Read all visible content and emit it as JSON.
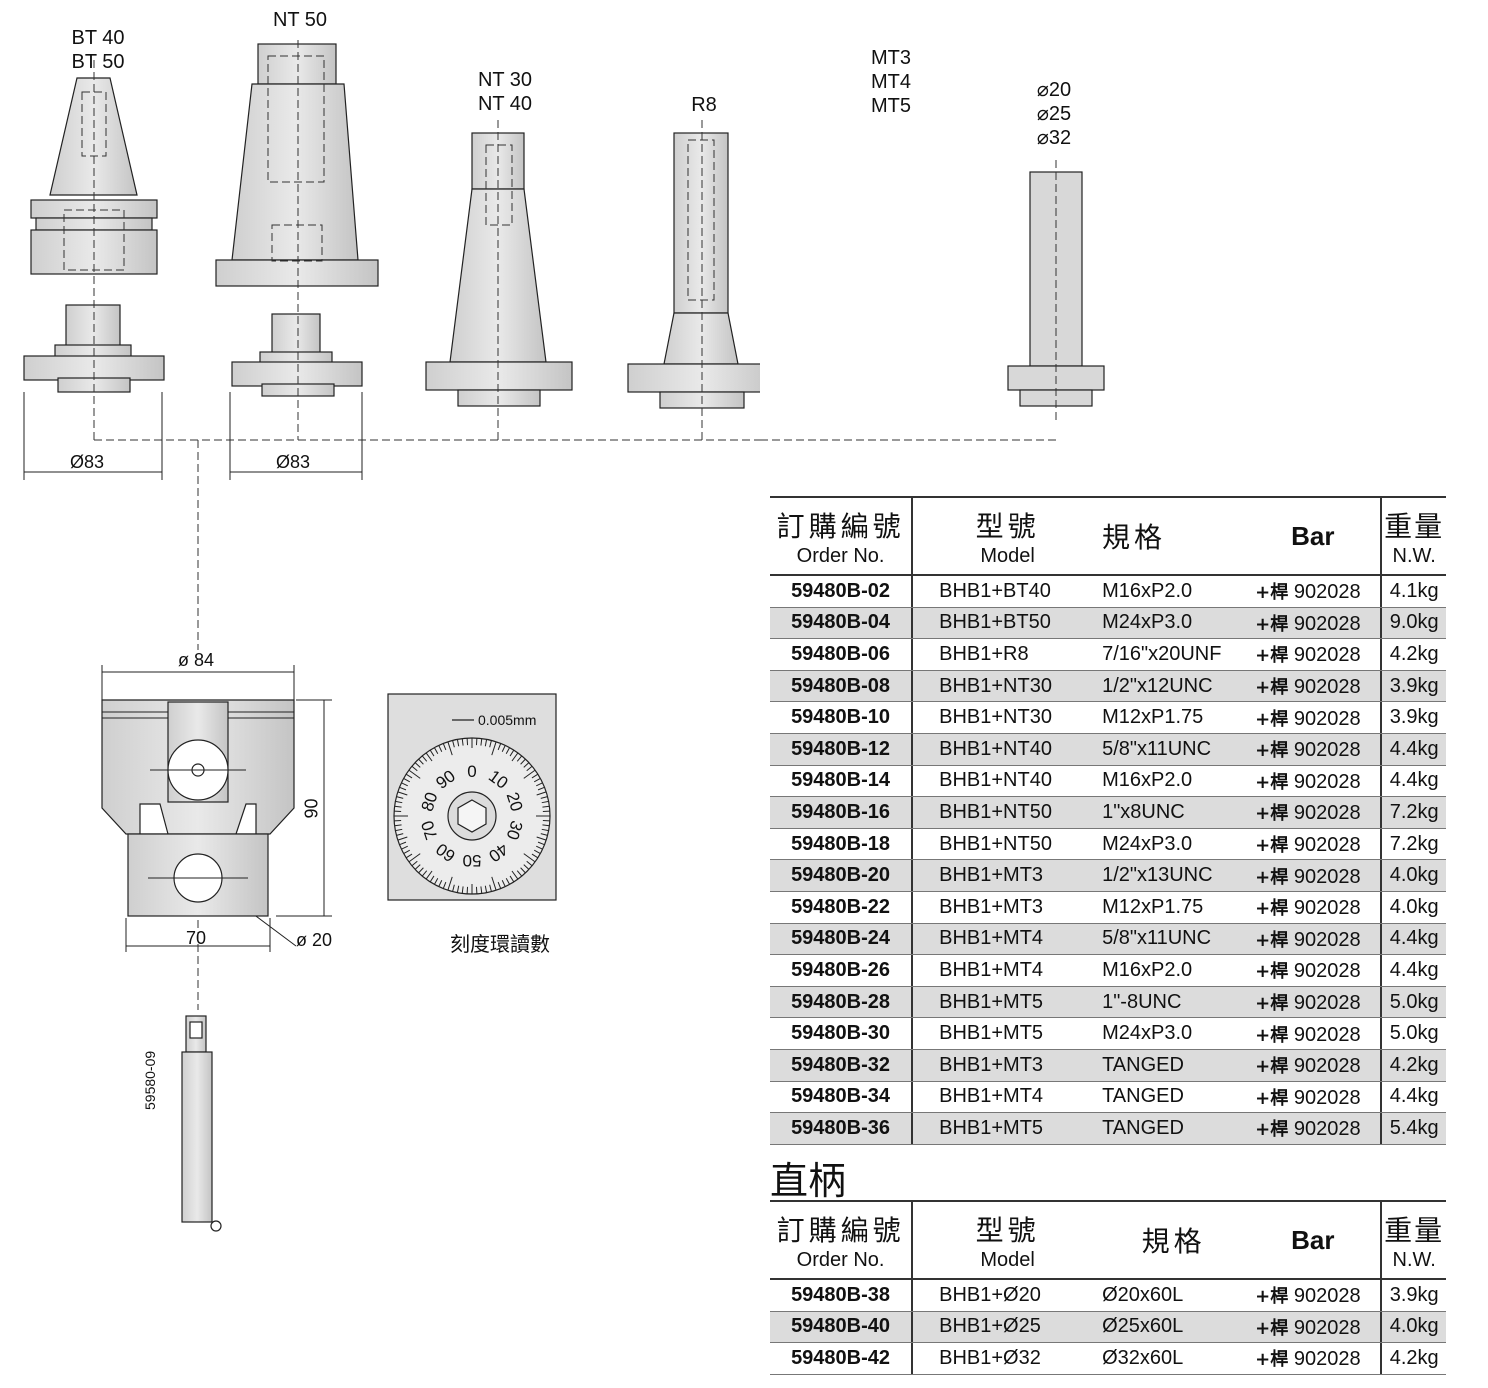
{
  "labels": {
    "bt": [
      "BT 40",
      "BT 50"
    ],
    "nt50": "NT 50",
    "nt3040": [
      "NT 30",
      "NT 40"
    ],
    "r8": "R8",
    "mt": [
      "MT3",
      "MT4",
      "MT5"
    ],
    "straight": [
      "⌀20",
      "⌀25",
      "⌀32"
    ]
  },
  "dims": {
    "d83a": "Ø83",
    "d83b": "Ø83",
    "d84": "ø 84",
    "h90": "90",
    "w70": "70",
    "d20": "ø 20",
    "dial_step": "0.005mm"
  },
  "dial_caption": "刻度環讀數",
  "side_code": "59580-09",
  "dial_numbers": [
    "0",
    "10",
    "20",
    "30",
    "40",
    "50",
    "60",
    "70",
    "80",
    "90"
  ],
  "table_headers": {
    "order_zh": "訂購編號",
    "order_en": "Order No.",
    "model_zh": "型號",
    "model_en": "Model",
    "spec": "規格",
    "bar": "Bar",
    "weight_zh": "重量",
    "weight_en": "N.W."
  },
  "bar_prefix": "+桿",
  "table1": [
    {
      "order": "59480B-02",
      "model": "BHB1+BT40",
      "spec": "M16xP2.0",
      "bar": "902028",
      "weight": "4.1kg"
    },
    {
      "order": "59480B-04",
      "model": "BHB1+BT50",
      "spec": "M24xP3.0",
      "bar": "902028",
      "weight": "9.0kg"
    },
    {
      "order": "59480B-06",
      "model": "BHB1+R8",
      "spec": "7/16\"x20UNF",
      "bar": "902028",
      "weight": "4.2kg"
    },
    {
      "order": "59480B-08",
      "model": "BHB1+NT30",
      "spec": "1/2\"x12UNC",
      "bar": "902028",
      "weight": "3.9kg"
    },
    {
      "order": "59480B-10",
      "model": "BHB1+NT30",
      "spec": "M12xP1.75",
      "bar": "902028",
      "weight": "3.9kg"
    },
    {
      "order": "59480B-12",
      "model": "BHB1+NT40",
      "spec": "5/8\"x11UNC",
      "bar": "902028",
      "weight": "4.4kg"
    },
    {
      "order": "59480B-14",
      "model": "BHB1+NT40",
      "spec": "M16xP2.0",
      "bar": "902028",
      "weight": "4.4kg"
    },
    {
      "order": "59480B-16",
      "model": "BHB1+NT50",
      "spec": "1\"x8UNC",
      "bar": "902028",
      "weight": "7.2kg"
    },
    {
      "order": "59480B-18",
      "model": "BHB1+NT50",
      "spec": "M24xP3.0",
      "bar": "902028",
      "weight": "7.2kg"
    },
    {
      "order": "59480B-20",
      "model": "BHB1+MT3",
      "spec": "1/2\"x13UNC",
      "bar": "902028",
      "weight": "4.0kg"
    },
    {
      "order": "59480B-22",
      "model": "BHB1+MT3",
      "spec": "M12xP1.75",
      "bar": "902028",
      "weight": "4.0kg"
    },
    {
      "order": "59480B-24",
      "model": "BHB1+MT4",
      "spec": "5/8\"x11UNC",
      "bar": "902028",
      "weight": "4.4kg"
    },
    {
      "order": "59480B-26",
      "model": "BHB1+MT4",
      "spec": "M16xP2.0",
      "bar": "902028",
      "weight": "4.4kg"
    },
    {
      "order": "59480B-28",
      "model": "BHB1+MT5",
      "spec": "1\"-8UNC",
      "bar": "902028",
      "weight": "5.0kg"
    },
    {
      "order": "59480B-30",
      "model": "BHB1+MT5",
      "spec": "M24xP3.0",
      "bar": "902028",
      "weight": "5.0kg"
    },
    {
      "order": "59480B-32",
      "model": "BHB1+MT3",
      "spec": "TANGED",
      "bar": "902028",
      "weight": "4.2kg"
    },
    {
      "order": "59480B-34",
      "model": "BHB1+MT4",
      "spec": "TANGED",
      "bar": "902028",
      "weight": "4.4kg"
    },
    {
      "order": "59480B-36",
      "model": "BHB1+MT5",
      "spec": "TANGED",
      "bar": "902028",
      "weight": "5.4kg"
    }
  ],
  "section2_title": "直柄",
  "table2": [
    {
      "order": "59480B-38",
      "model": "BHB1+Ø20",
      "spec": "Ø20x60L",
      "bar": "902028",
      "weight": "3.9kg"
    },
    {
      "order": "59480B-40",
      "model": "BHB1+Ø25",
      "spec": "Ø25x60L",
      "bar": "902028",
      "weight": "4.0kg"
    },
    {
      "order": "59480B-42",
      "model": "BHB1+Ø32",
      "spec": "Ø32x60L",
      "bar": "902028",
      "weight": "4.2kg"
    }
  ]
}
